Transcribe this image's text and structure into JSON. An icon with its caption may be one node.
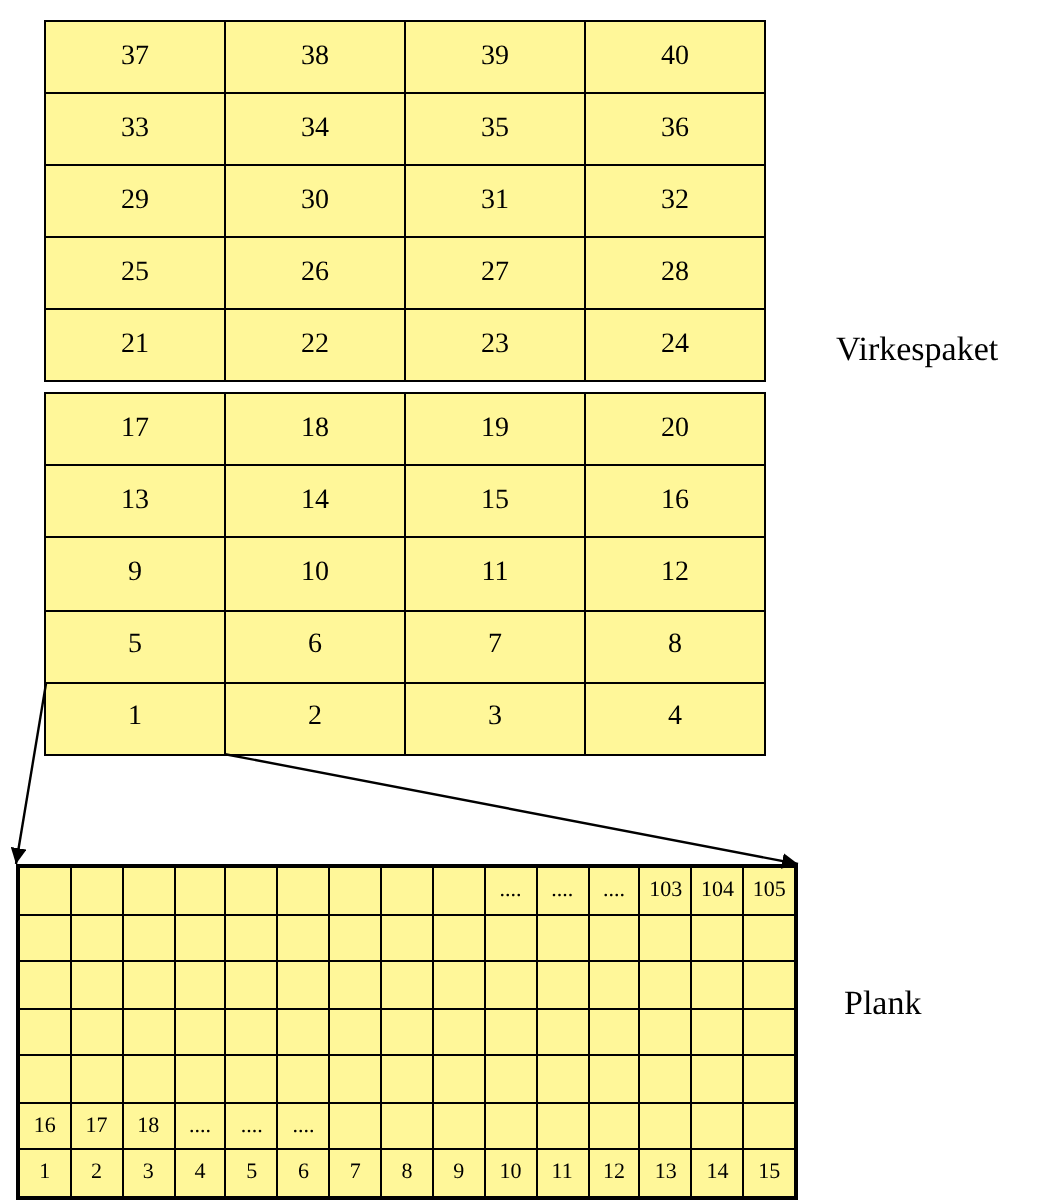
{
  "diagram": {
    "nodes": [
      {
        "text": [],
        "shape": "box"
      },
      {
        "text": [
          "37"
        ],
        "in": 0
      },
      {
        "text": [
          "38"
        ],
        "in": 0
      },
      {
        "text": [
          "39"
        ],
        "in": 0
      },
      {
        "text": [
          "40"
        ],
        "in": 0
      },
      {
        "text": [
          "33"
        ],
        "in": 0
      },
      {
        "text": [
          "34"
        ],
        "in": 0
      },
      {
        "text": [
          "35"
        ],
        "in": 0
      },
      {
        "text": [
          "36"
        ],
        "in": 0
      },
      {
        "text": [
          "29"
        ],
        "in": 0
      },
      {
        "text": [
          "30"
        ],
        "in": 0
      },
      {
        "text": [
          "31"
        ],
        "in": 0
      },
      {
        "text": [
          "32"
        ],
        "in": 0
      },
      {
        "text": [
          "25"
        ],
        "in": 0
      },
      {
        "text": [
          "26"
        ],
        "in": 0
      },
      {
        "text": [
          "27"
        ],
        "in": 0
      },
      {
        "text": [
          "28"
        ],
        "in": 0
      },
      {
        "text": [
          "21"
        ],
        "in": 0
      },
      {
        "text": [
          "22"
        ],
        "in": 0
      },
      {
        "text": [
          "23"
        ],
        "in": 0
      },
      {
        "text": [
          "24"
        ],
        "in": 0
      },
      {
        "text": [],
        "shape": "box"
      },
      {
        "text": [
          "17"
        ],
        "in": 21
      },
      {
        "text": [
          "18"
        ],
        "in": 21
      },
      {
        "text": [
          "19"
        ],
        "in": 21
      },
      {
        "text": [
          "20"
        ],
        "in": 21
      },
      {
        "text": [
          "13"
        ],
        "in": 21
      },
      {
        "text": [
          "14"
        ],
        "in": 21
      },
      {
        "text": [
          "15"
        ],
        "in": 21
      },
      {
        "text": [
          "16"
        ],
        "in": 21
      },
      {
        "text": [
          "9"
        ],
        "in": 21
      },
      {
        "text": [
          "10"
        ],
        "in": 21
      },
      {
        "text": [
          "11"
        ],
        "in": 21
      },
      {
        "text": [
          "12"
        ],
        "in": 21
      },
      {
        "text": [
          "5"
        ],
        "in": 21
      },
      {
        "text": [
          "6"
        ],
        "in": 21
      },
      {
        "text": [
          "7"
        ],
        "in": 21
      },
      {
        "text": [
          "8"
        ],
        "in": 21
      },
      {
        "text": [
          "1"
        ],
        "in": 21
      },
      {
        "text": [
          "2"
        ],
        "in": 21
      },
      {
        "text": [
          "3"
        ],
        "in": 21
      },
      {
        "text": [
          "4"
        ],
        "in": 21
      },
      {
        "text": [],
        "shape": "box"
      },
      {
        "text": [],
        "shape": "box",
        "in": 42
      },
      {
        "text": [],
        "shape": "box",
        "in": 42
      },
      {
        "text": [],
        "shape": "box",
        "in": 42
      },
      {
        "text": [],
        "shape": "box",
        "in": 42
      },
      {
        "text": [],
        "shape": "box",
        "in": 42
      },
      {
        "text": [],
        "shape": "box",
        "in": 42
      },
      {
        "text": [],
        "shape": "box",
        "in": 42
      },
      {
        "text": [],
        "shape": "box",
        "in": 42
      },
      {
        "text": [],
        "shape": "box",
        "in": 42
      },
      {
        "text": [
          "...."
        ],
        "in": 42
      },
      {
        "text": [
          "...."
        ],
        "in": 42
      },
      {
        "text": [
          "...."
        ],
        "in": 42
      },
      {
        "text": [
          "103"
        ],
        "in": 42
      },
      {
        "text": [
          "104"
        ],
        "in": 42
      },
      {
        "text": [
          "105"
        ],
        "in": 42
      },
      {
        "text": [],
        "shape": "box",
        "in": 42
      },
      {
        "text": [],
        "shape": "box",
        "in": 42
      },
      {
        "text": [],
        "shape": "box",
        "in": 42
      },
      {
        "text": [],
        "shape": "box",
        "in": 42
      },
      {
        "text": [],
        "shape": "box",
        "in": 42
      },
      {
        "text": [],
        "shape": "box",
        "in": 42
      },
      {
        "text": [],
        "shape": "box",
        "in": 42
      },
      {
        "text": [],
        "shape": "box",
        "in": 42
      },
      {
        "text": [],
        "shape": "box",
        "in": 42
      },
      {
        "text": [],
        "shape": "box",
        "in": 42
      },
      {
        "text": [],
        "shape": "box",
        "in": 42
      },
      {
        "text": [],
        "shape": "box",
        "in": 42
      },
      {
        "text": [],
        "shape": "box",
        "in": 42
      },
      {
        "text": [],
        "shape": "box",
        "in": 42
      },
      {
        "text": [],
        "shape": "box",
        "in": 42
      },
      {
        "text": [],
        "shape": "box",
        "in": 42
      },
      {
        "text": [],
        "shape": "box",
        "in": 42
      },
      {
        "text": [],
        "shape": "box",
        "in": 42
      },
      {
        "text": [],
        "shape": "box",
        "in": 42
      },
      {
        "text": [],
        "shape": "box",
        "in": 42
      },
      {
        "text": [],
        "shape": "box",
        "in": 42
      },
      {
        "text": [],
        "shape": "box",
        "in": 42
      },
      {
        "text": [],
        "shape": "box",
        "in": 42
      },
      {
        "text": [],
        "shape": "box",
        "in": 42
      },
      {
        "text": [],
        "shape": "box",
        "in": 42
      },
      {
        "text": [],
        "shape": "box",
        "in": 42
      },
      {
        "text": [],
        "shape": "box",
        "in": 42
      },
      {
        "text": [],
        "shape": "box",
        "in": 42
      },
      {
        "text": [],
        "shape": "box",
        "in": 42
      },
      {
        "text": [],
        "shape": "box",
        "in": 42
      },
      {
        "text": [],
        "shape": "box",
        "in": 42
      },
      {
        "text": [],
        "shape": "box",
        "in": 42
      },
      {
        "text": [],
        "shape": "box",
        "in": 42
      },
      {
        "text": [],
        "shape": "box",
        "in": 42
      },
      {
        "text": [],
        "shape": "box",
        "in": 42
      },
      {
        "text": [],
        "shape": "box",
        "in": 42
      },
      {
        "text": [],
        "shape": "box",
        "in": 42
      },
      {
        "text": [],
        "shape": "box",
        "in": 42
      },
      {
        "text": [],
        "shape": "box",
        "in": 42
      },
      {
        "text": [],
        "shape": "box",
        "in": 42
      },
      {
        "text": [],
        "shape": "box",
        "in": 42
      },
      {
        "text": [],
        "shape": "box",
        "in": 42
      },
      {
        "text": [],
        "shape": "box",
        "in": 42
      },
      {
        "text": [],
        "shape": "box",
        "in": 42
      },
      {
        "text": [],
        "shape": "box",
        "in": 42
      },
      {
        "text": [],
        "shape": "box",
        "in": 42
      },
      {
        "text": [],
        "shape": "box",
        "in": 42
      },
      {
        "text": [],
        "shape": "box",
        "in": 42
      },
      {
        "text": [],
        "shape": "box",
        "in": 42
      },
      {
        "text": [],
        "shape": "box",
        "in": 42
      },
      {
        "text": [],
        "shape": "box",
        "in": 42
      },
      {
        "text": [],
        "shape": "box",
        "in": 42
      },
      {
        "text": [],
        "shape": "box",
        "in": 42
      },
      {
        "text": [],
        "shape": "box",
        "in": 42
      },
      {
        "text": [],
        "shape": "box",
        "in": 42
      },
      {
        "text": [],
        "shape": "box",
        "in": 42
      },
      {
        "text": [],
        "shape": "box",
        "in": 42
      },
      {
        "text": [],
        "shape": "box",
        "in": 42
      },
      {
        "text": [],
        "shape": "box",
        "in": 42
      },
      {
        "text": [],
        "shape": "box",
        "in": 42
      },
      {
        "text": [
          "16"
        ],
        "in": 42
      },
      {
        "text": [
          "17"
        ],
        "in": 42
      },
      {
        "text": [
          "18"
        ],
        "in": 42
      },
      {
        "text": [
          "...."
        ],
        "in": 42
      },
      {
        "text": [
          "...."
        ],
        "in": 42
      },
      {
        "text": [
          "...."
        ],
        "in": 42
      },
      {
        "text": [],
        "shape": "box",
        "in": 42
      },
      {
        "text": [],
        "shape": "box",
        "in": 42
      },
      {
        "text": [],
        "shape": "box",
        "in": 42
      },
      {
        "text": [],
        "shape": "box",
        "in": 42
      },
      {
        "text": [],
        "shape": "box",
        "in": 42
      },
      {
        "text": [],
        "shape": "box",
        "in": 42
      },
      {
        "text": [],
        "shape": "box",
        "in": 42
      },
      {
        "text": [],
        "shape": "box",
        "in": 42
      },
      {
        "text": [],
        "shape": "box",
        "in": 42
      },
      {
        "text": [
          "1"
        ],
        "in": 42
      },
      {
        "text": [
          "2"
        ],
        "in": 42
      },
      {
        "text": [
          "3"
        ],
        "in": 42
      },
      {
        "text": [
          "4"
        ],
        "in": 42
      },
      {
        "text": [
          "5"
        ],
        "in": 42
      },
      {
        "text": [
          "6"
        ],
        "in": 42
      },
      {
        "text": [
          "7"
        ],
        "in": 42
      },
      {
        "text": [
          "8"
        ],
        "in": 42
      },
      {
        "text": [
          "9"
        ],
        "in": 42
      },
      {
        "text": [
          "10"
        ],
        "in": 42
      },
      {
        "text": [
          "11"
        ],
        "in": 42
      },
      {
        "text": [
          "12"
        ],
        "in": 42
      },
      {
        "text": [
          "13"
        ],
        "in": 42
      },
      {
        "text": [
          "14"
        ],
        "in": 42
      },
      {
        "text": [
          "15"
        ],
        "in": 42
      }
    ],
    "edges": [
      {
        "from": 38,
        "to": 42,
        "arrow": "to"
      },
      {
        "from": 38,
        "to": 42,
        "arrow": "to"
      }
    ],
    "labels": [
      "Virkespaket",
      "Plank"
    ]
  }
}
